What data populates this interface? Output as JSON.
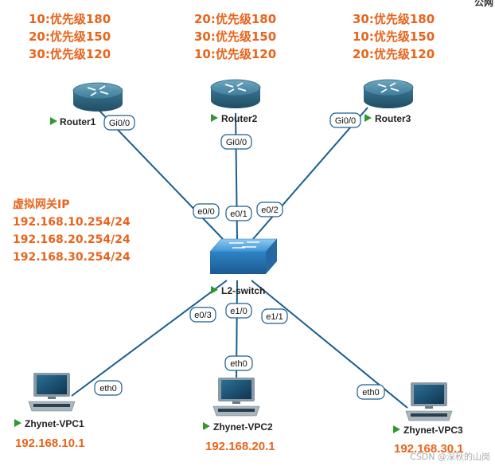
{
  "corner_text": "公网",
  "watermark": "CSDN @深秋的山岗",
  "priorities": {
    "router1": [
      "10:优先级180",
      "20:优先级150",
      "30:优先级120"
    ],
    "router2": [
      "20:优先级180",
      "30:优先级150",
      "10:优先级120"
    ],
    "router3": [
      "30:优先级180",
      "10:优先级150",
      "20:优先级120"
    ]
  },
  "virtual_ip": {
    "title": "虚拟网关IP",
    "addresses": [
      "192.168.10.254/24",
      "192.168.20.254/24",
      "192.168.30.254/24"
    ]
  },
  "nodes": {
    "router1": "Router1",
    "router2": "Router2",
    "router3": "Router3",
    "switch": "L2-switch",
    "vpc1": "Zhynet-VPC1",
    "vpc2": "Zhynet-VPC2",
    "vpc3": "Zhynet-VPC3"
  },
  "pc_ips": {
    "vpc1": "192.168.10.1",
    "vpc2": "192.168.20.1",
    "vpc3": "192.168.30.1"
  },
  "ports": {
    "r1_gi": "Gi0/0",
    "r2_gi": "Gi0/0",
    "r3_gi": "Gi0/0",
    "sw_e00": "e0/0",
    "sw_e01": "e0/1",
    "sw_e02": "e0/2",
    "sw_e03": "e0/3",
    "sw_e10": "e1/0",
    "sw_e11": "e1/1",
    "pc1_eth": "eth0",
    "pc2_eth": "eth0",
    "pc3_eth": "eth0"
  },
  "colors": {
    "accent": "#e8641b",
    "link": "#1a5e8c",
    "router": "#3d7b98",
    "switch": "#3a8fd0"
  }
}
